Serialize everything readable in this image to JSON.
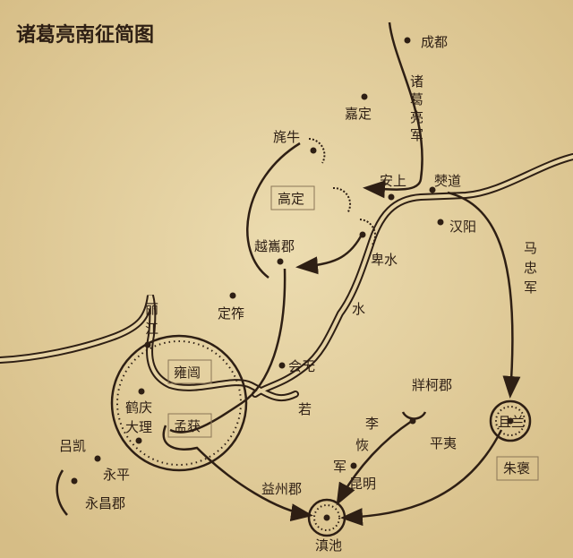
{
  "title": "诸葛亮南征简图",
  "colors": {
    "paper": "#e3cf9f",
    "ink": "#2e1f14"
  },
  "places": {
    "chengdu": "成都",
    "jiading": "嘉定",
    "maoniu": "旄牛",
    "gaoding": "高定",
    "anshang": "安上",
    "bodao": "僰道",
    "hanyang": "汉阳",
    "yuexijun": "越巂郡",
    "dingzuo": "定筰",
    "huiwu": "会无",
    "heqing": "鹤庆",
    "dali": "大理",
    "yongkai": "雍闿",
    "menghuo": "孟获",
    "lvkai": "吕凯",
    "yongping": "永平",
    "yongchangjun": "永昌郡",
    "yizhoujun": "益州郡",
    "kunming": "昆明",
    "dianchi": "滇池",
    "zangkejun": "牂柯郡",
    "pingyi": "平夷",
    "qielan": "且兰",
    "zhubao": "朱褒"
  },
  "rivers": {
    "beishui": "卑水",
    "shui": "水",
    "lijiang_1": "丽",
    "lijiang_2": "江",
    "ruo": "若"
  },
  "armies": {
    "zhuge": [
      "诸",
      "葛",
      "亮",
      "军"
    ],
    "mazhong": [
      "马",
      "忠",
      "军"
    ],
    "lihui": [
      "李",
      "恢",
      "军"
    ]
  }
}
